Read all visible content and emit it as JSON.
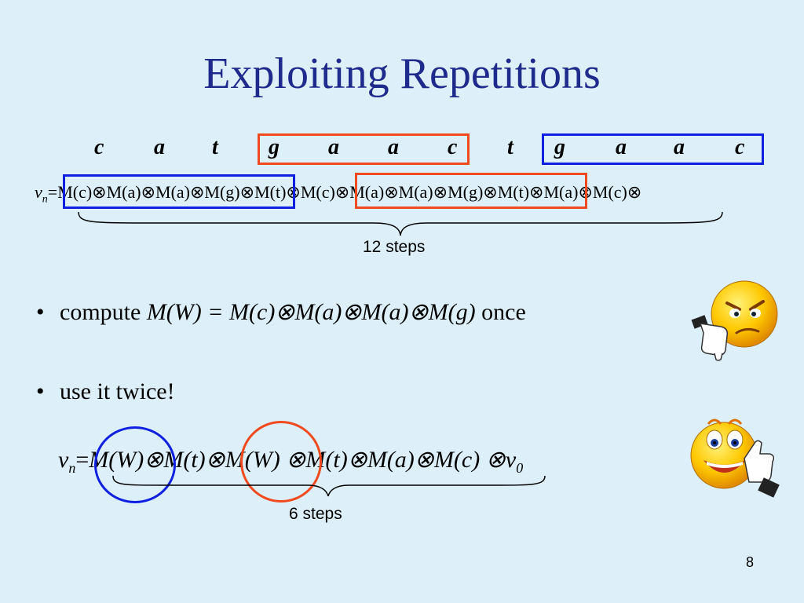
{
  "title": "Exploiting Repetitions",
  "sequence": [
    "c",
    "a",
    "t",
    "g",
    "a",
    "a",
    "c",
    "t",
    "g",
    "a",
    "a",
    "c"
  ],
  "formula1": {
    "v": "v",
    "sub": "n",
    "eq": "=",
    "text": "M(c)⊗M(a)⊗M(a)⊗M(g)⊗M(t)⊗M(c)⊗M(a)⊗M(a)⊗M(g)⊗M(t)⊗M(a)⊗M(c)⊗"
  },
  "steps12": "12 steps",
  "bullet1": {
    "prefix": "compute ",
    "formula": "M(W) = M(c)⊗M(a)⊗M(a)⊗M(g)",
    "suffix": " once"
  },
  "bullet2": "use it twice!",
  "formula2": {
    "v": "v",
    "sub": "n",
    "eq": "=",
    "mid": "M(W)⊗M(t)⊗M(W) ⊗M(t)⊗M(a)⊗M(c) ⊗",
    "v0": "v",
    "v0sub": "0"
  },
  "steps6": "6 steps",
  "page_number": "8",
  "colors": {
    "title": "#1E2A8C",
    "red_box": "#F04A1E",
    "blue_box": "#1020E0",
    "background": "#DDF0FA"
  },
  "icons": [
    "angry-thumbs-down-smiley-icon",
    "happy-thumbs-up-smiley-icon"
  ]
}
